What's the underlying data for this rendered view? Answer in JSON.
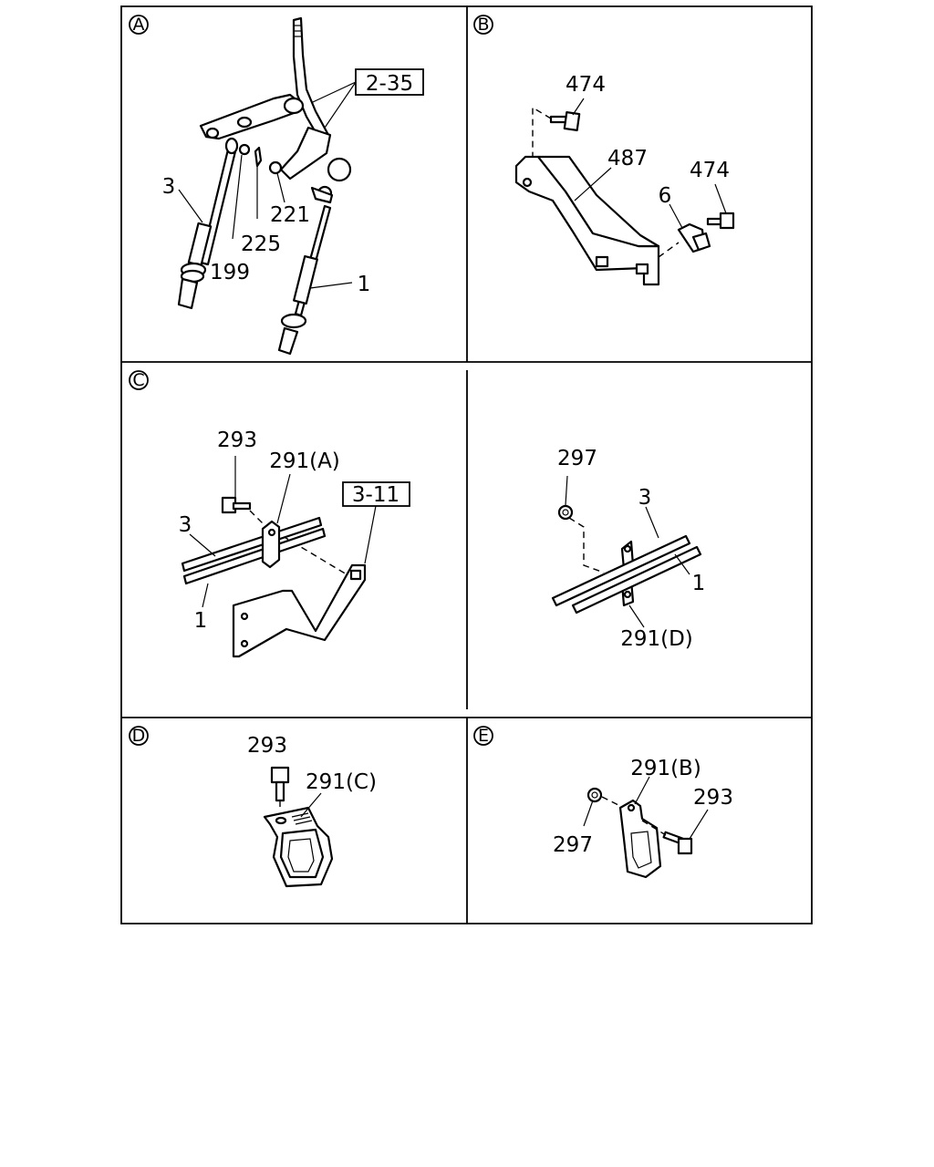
{
  "panels": {
    "A": {
      "letter": "A",
      "ref_box": "2-35",
      "labels": {
        "l3": "3",
        "l225": "225",
        "l199": "199",
        "l221": "221",
        "l1": "1"
      }
    },
    "B": {
      "letter": "B",
      "labels": {
        "l474a": "474",
        "l487": "487",
        "l474b": "474",
        "l6": "6"
      }
    },
    "C": {
      "letter": "C",
      "ref_box": "3-11",
      "labels": {
        "l293": "293",
        "l291a": "291(A)",
        "l3": "3",
        "l1": "1"
      }
    },
    "C2": {
      "labels": {
        "l297": "297",
        "l3": "3",
        "l1": "1",
        "l291d": "291(D)"
      }
    },
    "D": {
      "letter": "D",
      "labels": {
        "l293": "293",
        "l291c": "291(C)"
      }
    },
    "E": {
      "letter": "E",
      "labels": {
        "l291b": "291(B)",
        "l293": "293",
        "l297": "297"
      }
    }
  }
}
